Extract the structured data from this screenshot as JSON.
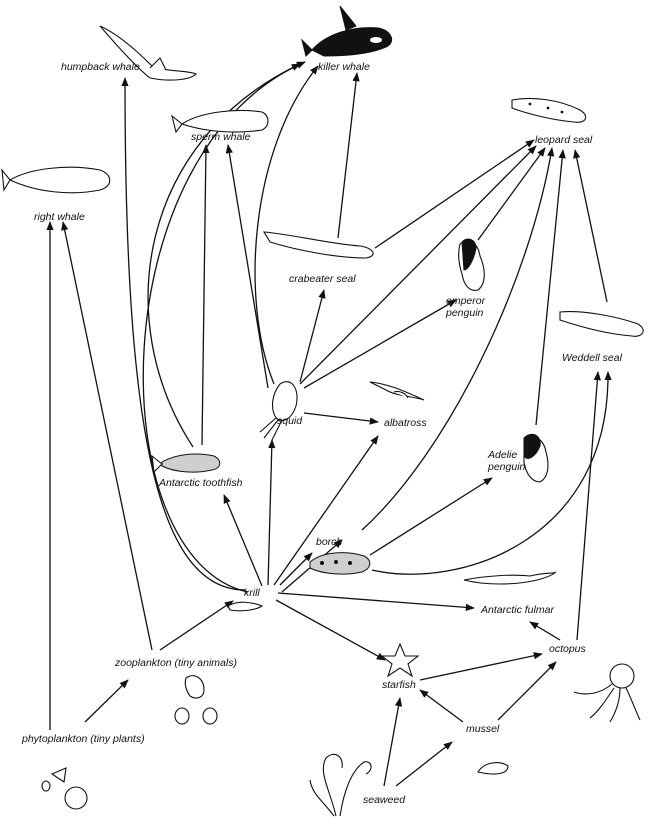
{
  "organisms": {
    "humpback_whale": "humpback whale",
    "killer_whale": "killer whale",
    "sperm_whale": "sperm whale",
    "leopard_seal": "leopard seal",
    "right_whale": "right whale",
    "crabeater_seal": "crabeater seal",
    "emperor_penguin": "emperor penguin",
    "weddell_seal": "Weddell seal",
    "squid": "squid",
    "albatross": "albatross",
    "antarctic_toothfish": "Antarctic toothfish",
    "adelie_penguin": "Adelie penguin",
    "borch": "borch",
    "krill": "krill",
    "antarctic_fulmar": "Antarctic fulmar",
    "zooplankton": "zooplankton (tiny animals)",
    "octopus": "octopus",
    "starfish": "starfish",
    "phytoplankton": "phytoplankton (tiny plants)",
    "mussel": "mussel",
    "seaweed": "seaweed"
  }
}
